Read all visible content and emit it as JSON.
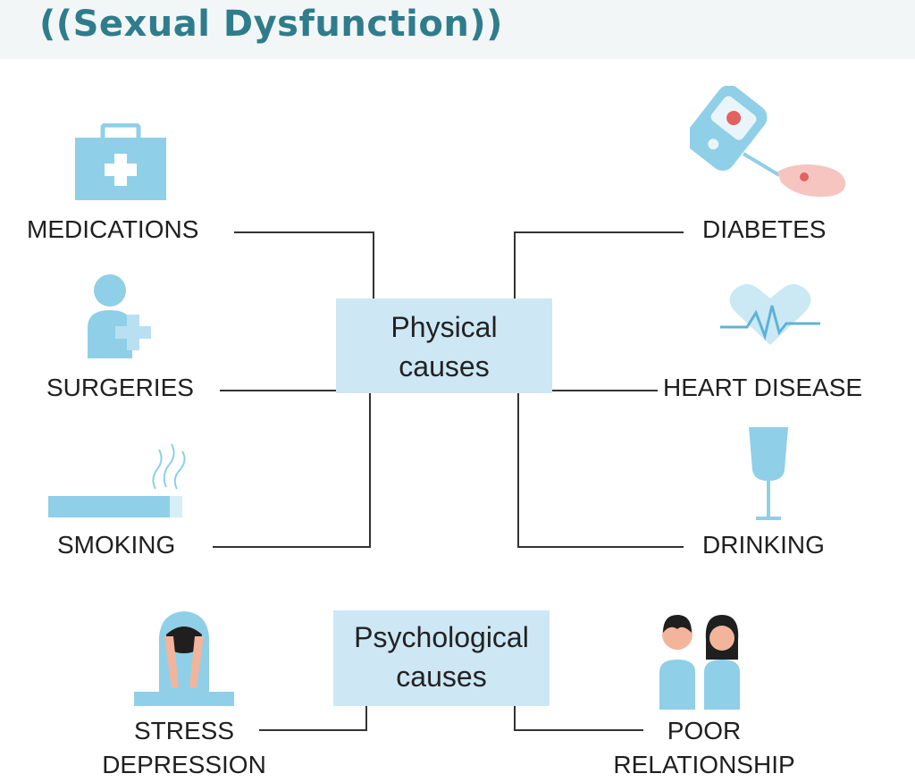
{
  "title": "((Sexual Dysfunction))",
  "colors": {
    "accent_blue": "#8fcfe8",
    "box_fill": "#cde7f5",
    "title_color": "#2f7d8c",
    "line": "#333333"
  },
  "physical": {
    "box_line1": "Physical",
    "box_line2": "causes",
    "left": {
      "medications": "MEDICATIONS",
      "surgeries": "SURGERIES",
      "smoking": "SMOKING"
    },
    "right": {
      "diabetes": "DIABETES",
      "heart_disease": "HEART DISEASE",
      "drinking": "DRINKING"
    }
  },
  "psychological": {
    "box_line1": "Psychological",
    "box_line2": "causes",
    "left_line1": "STRESS",
    "left_line2": "DEPRESSION",
    "right_line1": "POOR",
    "right_line2": "RELATIONSHIP"
  },
  "icons": [
    "medical-kit-icon",
    "person-plus-icon",
    "cigarette-icon",
    "glucose-meter-icon",
    "heart-pulse-icon",
    "wine-glass-icon",
    "stressed-person-icon",
    "couple-icon"
  ]
}
